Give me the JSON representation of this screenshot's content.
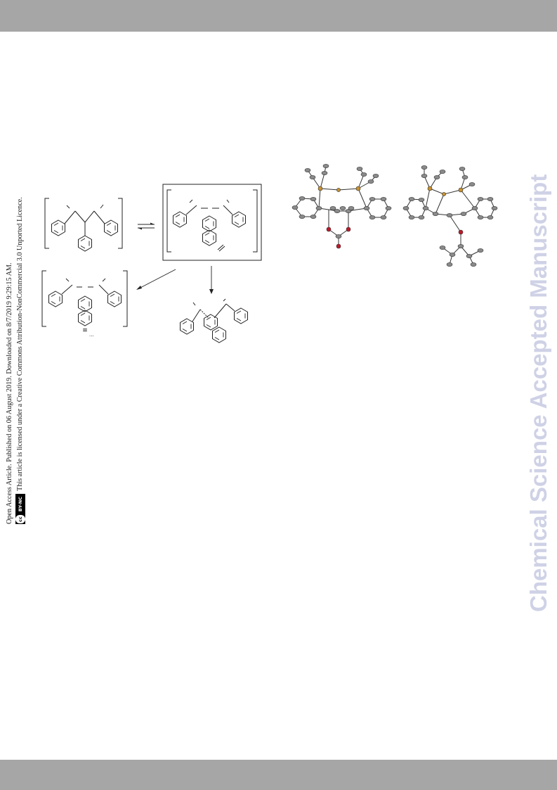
{
  "side_notice": {
    "line1": "Open Access Article. Published on 06 August 2019. Downloaded on 8/7/2019 9:29:15 AM.",
    "line2": "This article is licensed under a Creative Commons Attribution-NonCommercial 3.0 Unported Licence.",
    "license_badge": "BY-NC",
    "cc_icon": "cc"
  },
  "watermark": "Chemical Science Accepted Manuscript",
  "scheme": {
    "equilibrium_arrow": "⇌",
    "label_minor": "≡",
    "label_minor2": "···"
  },
  "colors": {
    "bar": "#a6a6a6",
    "watermark": "#cfd2e6",
    "phosphorus": "#c8912f",
    "oxygen": "#c0182a",
    "atom": "#8a8a8a"
  }
}
